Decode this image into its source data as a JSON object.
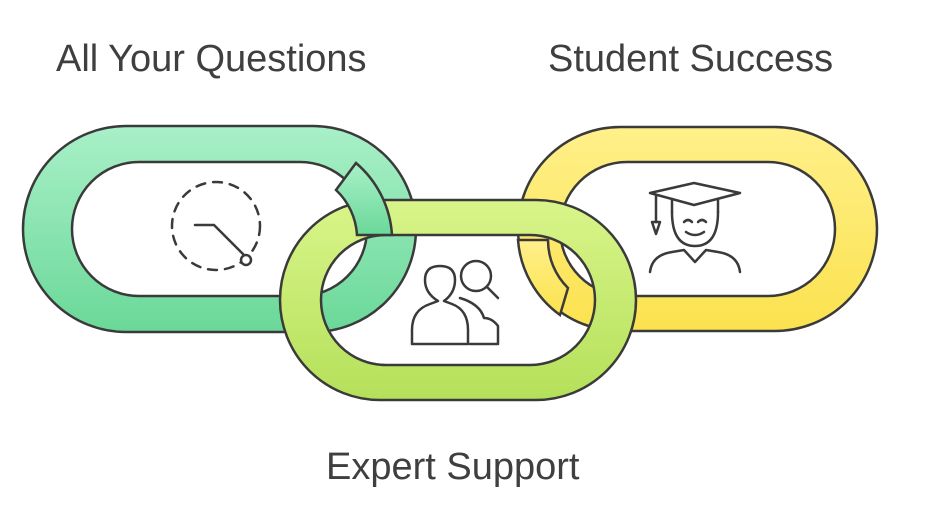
{
  "labels": {
    "left": "All Your Questions",
    "right": "Student Success",
    "bottom": "Expert Support"
  },
  "links": [
    {
      "name": "questions-link",
      "color_top": "#a9f0c8",
      "color_bottom": "#6ad898",
      "icon": "clock-icon"
    },
    {
      "name": "support-link",
      "color_top": "#d9f58a",
      "color_bottom": "#b5e05a",
      "icon": "people-search-icon"
    },
    {
      "name": "success-link",
      "color_top": "#fff08a",
      "color_bottom": "#fbe24f",
      "icon": "graduate-icon"
    }
  ],
  "stroke_color": "#3a3a3a"
}
